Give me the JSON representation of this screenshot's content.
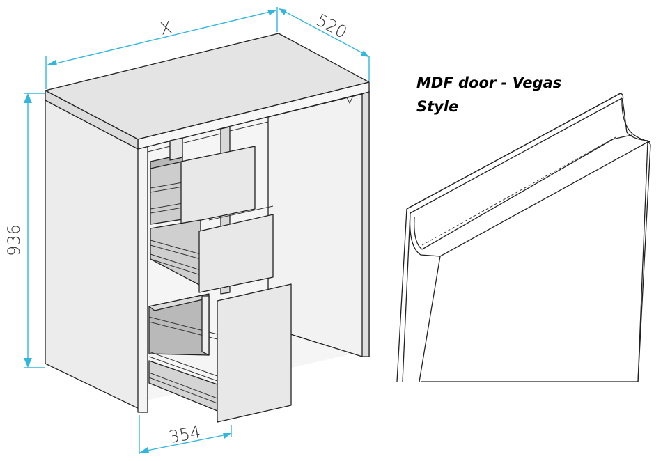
{
  "colors": {
    "dimension": "#31b6e0",
    "panel_light": "#efefef",
    "panel_mid": "#e2e2e2",
    "panel_dark": "#cfcfcf",
    "shadow": "#bdbdbd",
    "outline": "#222222"
  },
  "dimensions": {
    "width": "X",
    "depth": "520",
    "height": "936",
    "drawer_width": "354"
  },
  "door_title": {
    "line1": "MDF door - Vegas",
    "line2": "Style"
  }
}
